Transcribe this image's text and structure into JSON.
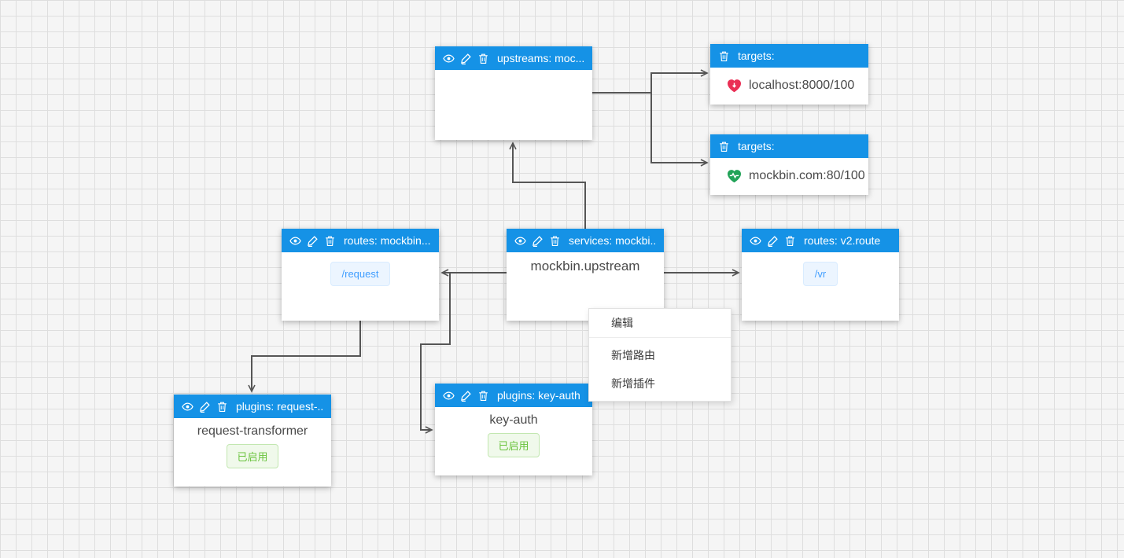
{
  "colors": {
    "node_header": "#1592e6",
    "connector": "#565656",
    "tag_text": "#409eff",
    "tag_bg": "#ecf5ff",
    "badge_text": "#67c23a",
    "badge_bg": "#f0f9eb",
    "healthy_heart": "#22a358",
    "unhealthy_heart": "#ea2f55",
    "grid_line": "#dedede",
    "canvas_bg": "#f5f5f5"
  },
  "header_icons": {
    "view": "eye-icon",
    "edit": "pencil-icon",
    "delete": "trash-icon"
  },
  "nodes": {
    "upstreams": {
      "title": "upstreams: moc..."
    },
    "targets_localhost": {
      "title": "targets:",
      "target": "localhost:8000/100",
      "health": "unhealthy",
      "health_icon": "heart-down-icon"
    },
    "targets_mockbin": {
      "title": "targets:",
      "target": "mockbin.com:80/100",
      "health": "healthy",
      "health_icon": "heart-pulse-icon"
    },
    "routes_mockbin": {
      "title": "routes: mockbin....",
      "path_tag": "/request"
    },
    "services_mockbin": {
      "title": "services: mockbi...",
      "name": "mockbin.upstream"
    },
    "routes_v2": {
      "title": "routes: v2.route",
      "path_tag": "/vr"
    },
    "plugins_request_transformer": {
      "title": "plugins: request-...",
      "name": "request-transformer",
      "status": "已启用"
    },
    "plugins_key_auth": {
      "title": "plugins: key-auth",
      "name": "key-auth",
      "status": "已启用"
    }
  },
  "context_menu": {
    "items": [
      {
        "label": "编辑"
      },
      {
        "label": "新增路由"
      },
      {
        "label": "新增插件"
      }
    ]
  }
}
